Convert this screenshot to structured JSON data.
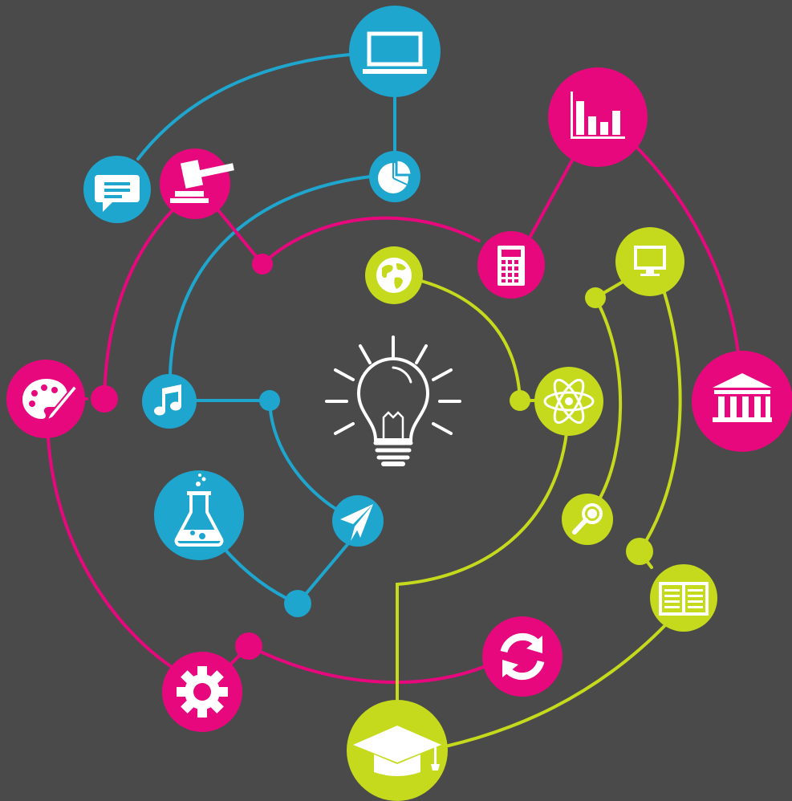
{
  "colors": {
    "background": "#4a4a4a",
    "blue": "#1ea6cf",
    "pink": "#e8087e",
    "lime": "#c5da1c",
    "icon": "#ffffff"
  },
  "center": {
    "icon": "lightbulb-icon"
  },
  "nodes": [
    {
      "id": "laptop",
      "icon": "laptop-icon",
      "color": "blue"
    },
    {
      "id": "chat",
      "icon": "chat-bubble-icon",
      "color": "blue"
    },
    {
      "id": "pie",
      "icon": "pie-chart-icon",
      "color": "blue"
    },
    {
      "id": "music",
      "icon": "music-note-icon",
      "color": "blue"
    },
    {
      "id": "flask",
      "icon": "flask-icon",
      "color": "blue"
    },
    {
      "id": "plane",
      "icon": "paper-plane-icon",
      "color": "blue"
    },
    {
      "id": "gavel",
      "icon": "gavel-icon",
      "color": "pink"
    },
    {
      "id": "barchart",
      "icon": "bar-chart-icon",
      "color": "pink"
    },
    {
      "id": "calculator",
      "icon": "calculator-icon",
      "color": "pink"
    },
    {
      "id": "palette",
      "icon": "palette-icon",
      "color": "pink"
    },
    {
      "id": "bank",
      "icon": "bank-icon",
      "color": "pink"
    },
    {
      "id": "gear",
      "icon": "gear-icon",
      "color": "pink"
    },
    {
      "id": "refresh",
      "icon": "refresh-icon",
      "color": "pink"
    },
    {
      "id": "globe",
      "icon": "globe-icon",
      "color": "lime"
    },
    {
      "id": "monitor",
      "icon": "monitor-icon",
      "color": "lime"
    },
    {
      "id": "atom",
      "icon": "atom-icon",
      "color": "lime"
    },
    {
      "id": "magnifier",
      "icon": "magnifier-icon",
      "color": "lime"
    },
    {
      "id": "book",
      "icon": "open-book-icon",
      "color": "lime"
    },
    {
      "id": "graduation",
      "icon": "graduation-cap-icon",
      "color": "lime"
    }
  ]
}
